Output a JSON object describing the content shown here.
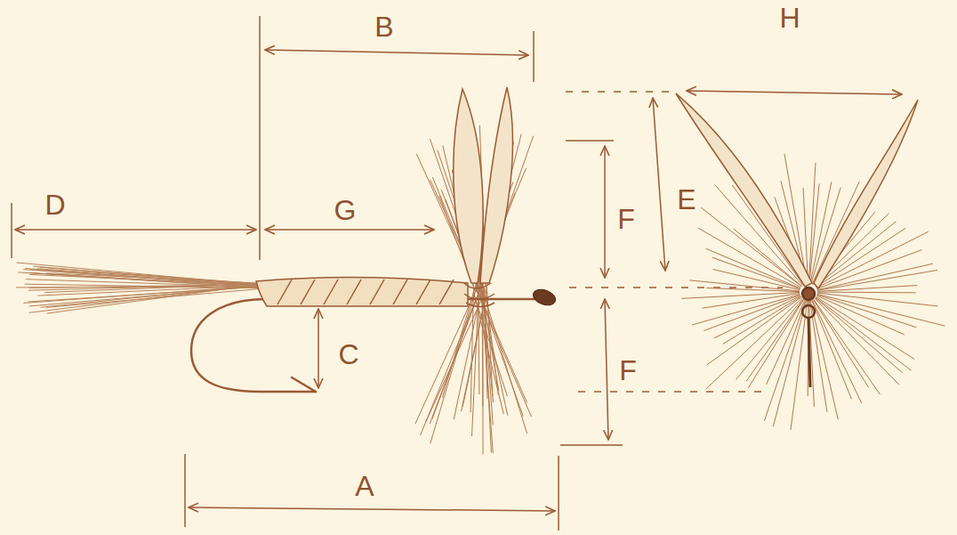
{
  "diagram": {
    "labels": [
      "B",
      "H",
      "E",
      "D",
      "G",
      "F",
      "F",
      "C",
      "A"
    ]
  }
}
